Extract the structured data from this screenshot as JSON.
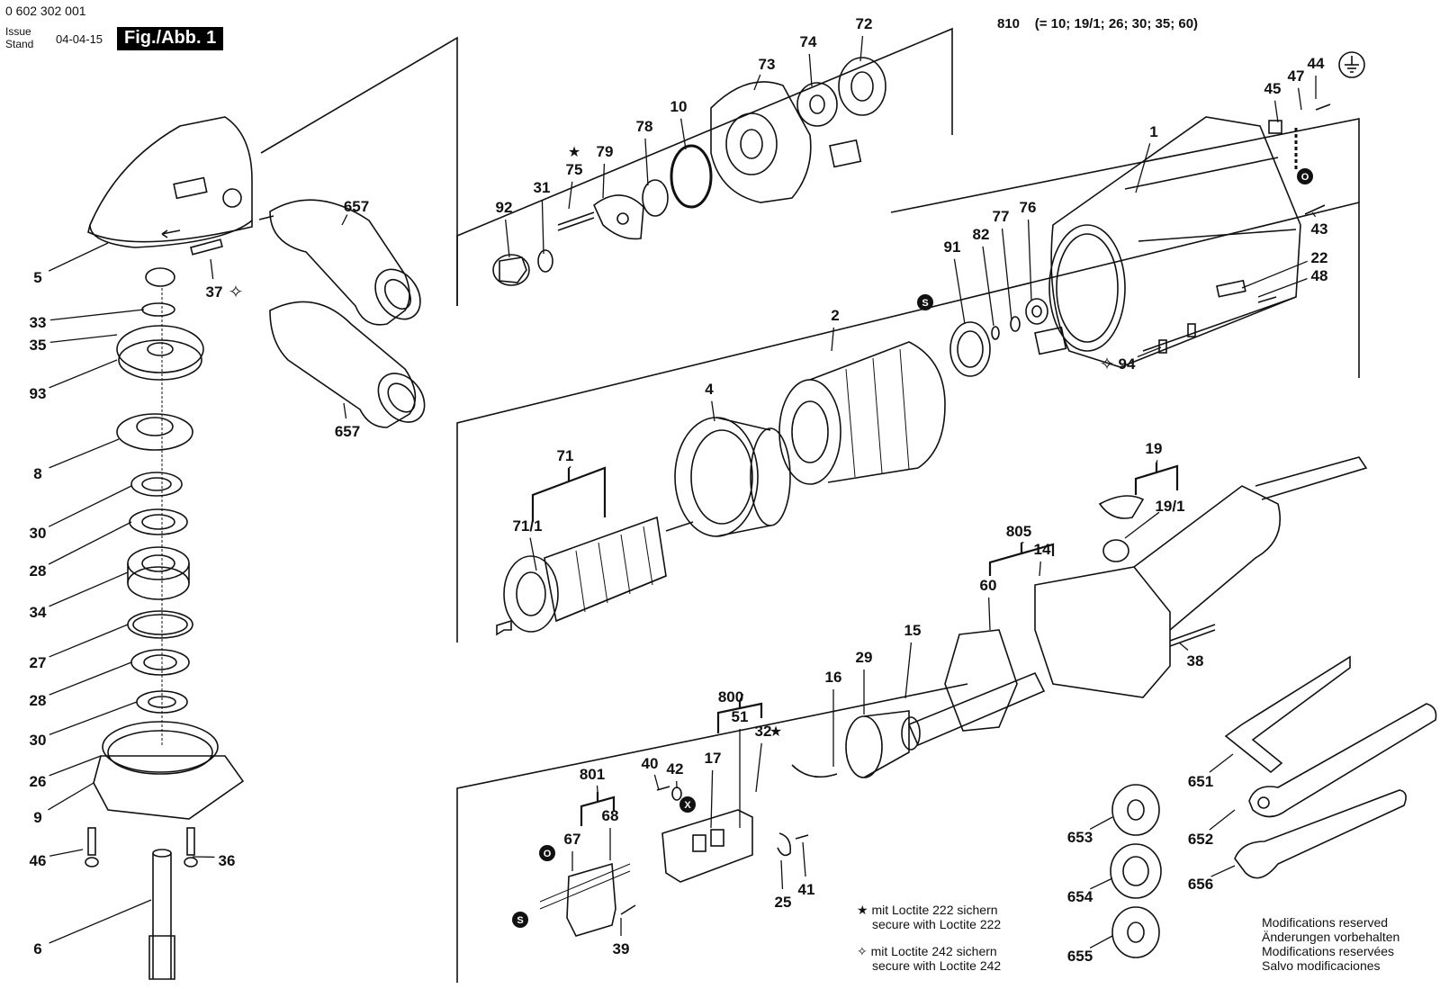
{
  "header": {
    "doc_number": "0 602 302 001",
    "issue_label": "Issue",
    "stand_label": "Stand",
    "date": "04-04-15",
    "figure": "Fig./Abb. 1",
    "variant_code": "810",
    "variant_list": "(= 10; 19/1; 26; 30; 35; 60)"
  },
  "part_numbers": [
    "5",
    "33",
    "35",
    "93",
    "8",
    "30",
    "28",
    "34",
    "27",
    "28",
    "30",
    "26",
    "9",
    "46",
    "36",
    "6",
    "37",
    "657",
    "657",
    "92",
    "31",
    "75",
    "79",
    "78",
    "10",
    "73",
    "74",
    "72",
    "71",
    "71/1",
    "4",
    "2",
    "91",
    "82",
    "77",
    "76",
    "1",
    "45",
    "47",
    "44",
    "43",
    "22",
    "48",
    "94",
    "19",
    "19/1",
    "805",
    "14",
    "60",
    "15",
    "29",
    "16",
    "38",
    "800",
    "51",
    "32",
    "17",
    "40",
    "42",
    "801",
    "67",
    "68",
    "25",
    "41",
    "39",
    "651",
    "652",
    "656",
    "653",
    "654",
    "655"
  ],
  "legend": {
    "loctite222_de": "mit Loctite 222 sichern",
    "loctite222_en": "secure with Loctite 222",
    "loctite242_de": "mit Loctite 242 sichern",
    "loctite242_en": "secure with Loctite 242"
  },
  "notes": [
    "Modifications reserved",
    "Änderungen vorbehalten",
    "Modifications reservées",
    "Salvo modificaciones"
  ],
  "symbols": {
    "star": "★",
    "open_star": "✧",
    "s_mark": "S",
    "o_mark": "O",
    "x_mark": "X",
    "ground_icon": "ground-icon"
  }
}
